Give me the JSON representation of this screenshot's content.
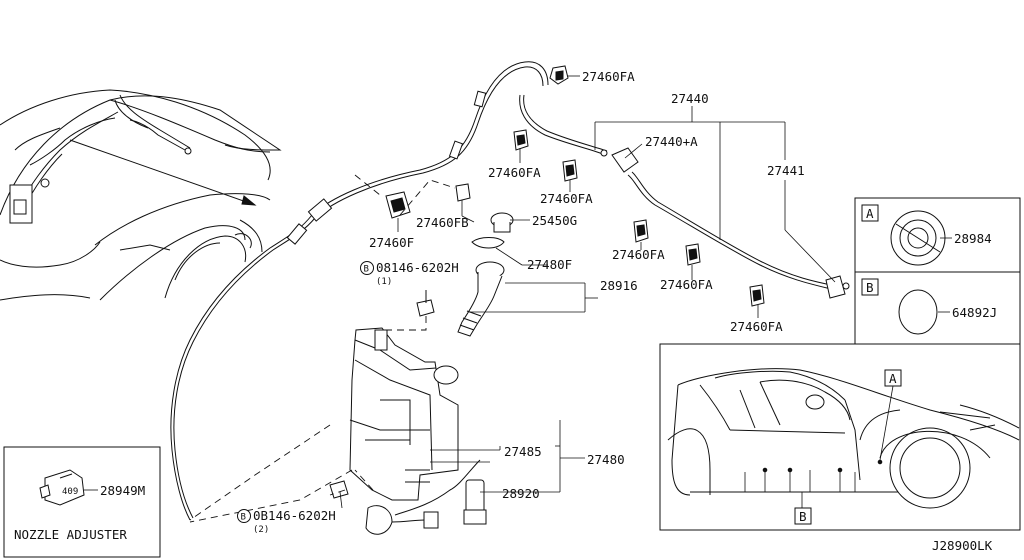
{
  "callouts": {
    "c27460fa_top": "27460FA",
    "c27440": "27440",
    "c27440a": "27440+A",
    "c27441": "27441",
    "c27460fa_1": "27460FA",
    "c27460fa_2": "27460FA",
    "c27460fb": "27460FB",
    "c25450g": "25450G",
    "c27460f": "27460F",
    "c27480f": "27480F",
    "c28916": "28916",
    "c27460fa_3": "27460FA",
    "c27460fa_4": "27460FA",
    "c27460fa_5": "27460FA",
    "c08146_top": "08146-6202H",
    "c08146_top_qty": "(1)",
    "c27485": "27485",
    "c27480": "27480",
    "c28920": "28920",
    "c08146_bot": "0B146-6202H",
    "c08146_bot_qty": "(2)",
    "c28949m": "28949M",
    "c28984": "28984",
    "c64892j": "64892J",
    "bolt_symbol": "B"
  },
  "boxes": {
    "box_a_tag": "A",
    "box_b_tag": "B",
    "car_tag_a": "A",
    "car_tag_b": "B"
  },
  "nozzle_box": {
    "caption": "NOZZLE ADJUSTER",
    "stamp": "409"
  },
  "diagram_code": "J28900LK"
}
